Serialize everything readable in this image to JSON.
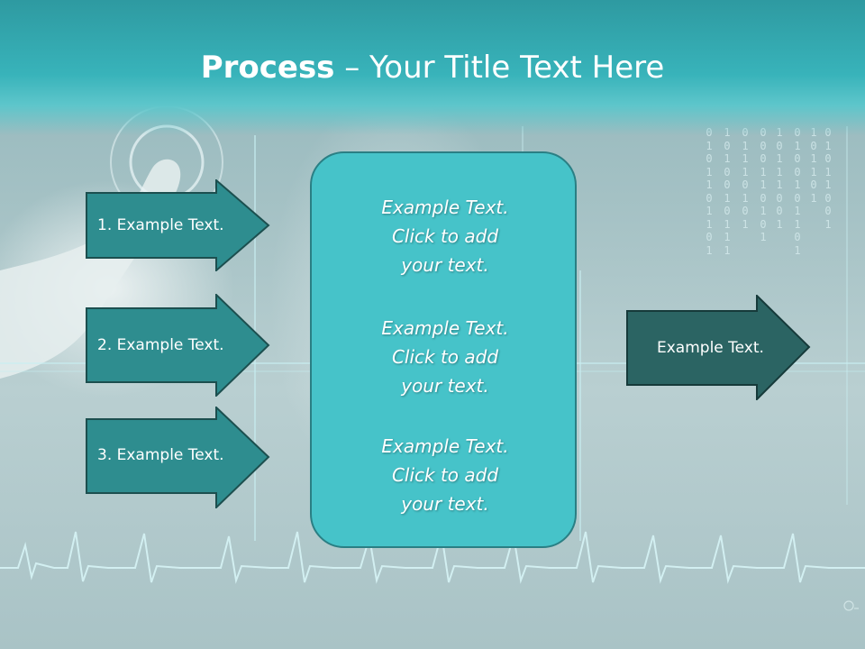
{
  "slide": {
    "title_bold": "Process",
    "title_rest": " – Your Title Text Here",
    "input_arrows": [
      {
        "label": "1. Example Text."
      },
      {
        "label": "2. Example Text."
      },
      {
        "label": "3. Example Text."
      }
    ],
    "center_box": {
      "paragraphs": [
        {
          "lines": [
            "Example Text.",
            "Click  to add",
            "your text."
          ]
        },
        {
          "lines": [
            "Example Text.",
            "Click  to add",
            "your text."
          ]
        },
        {
          "lines": [
            "Example Text.",
            "Click  to add",
            "your text."
          ]
        }
      ]
    },
    "output_arrow": {
      "label": "Example Text."
    }
  },
  "colors": {
    "header_teal": "#38b3ba",
    "box_fill": "#46c3c9",
    "box_border": "#2a7f84",
    "input_arrow_fill": "#2e8d8f",
    "output_arrow_fill": "#2b6463",
    "text_white": "#ffffff"
  }
}
